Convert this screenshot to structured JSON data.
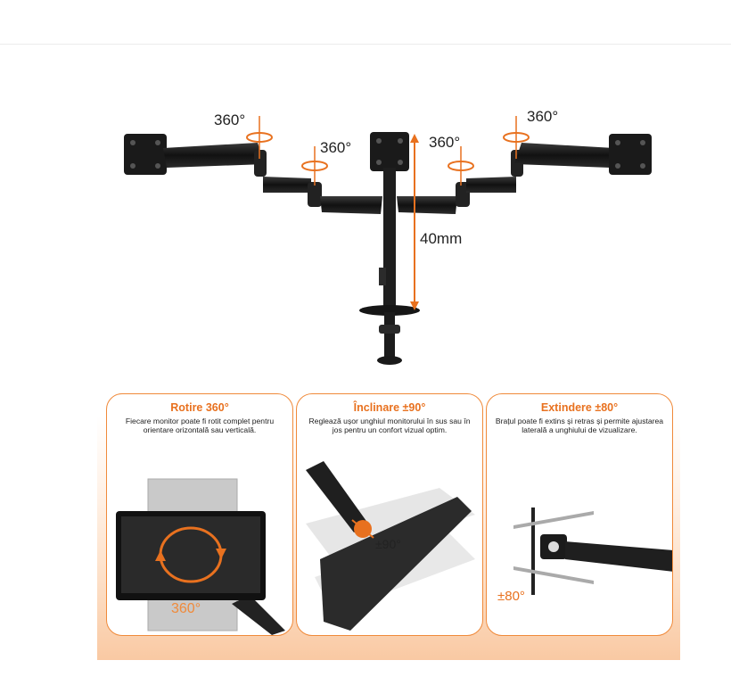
{
  "hero": {
    "rotation_labels": [
      "360°",
      "360°",
      "360°",
      "360°"
    ],
    "height_label": "40mm"
  },
  "panels": [
    {
      "title": "Rotire 360°",
      "text": "Fiecare monitor poate fi rotit complet pentru orientare orizontală sau verticală.",
      "badge": "360°"
    },
    {
      "title": "Înclinare ±90°",
      "text": "Reglează ușor unghiul monitorului în sus sau în jos pentru un confort vizual optim.",
      "badge": "±90°"
    },
    {
      "title": "Extindere ±80°",
      "text": "Brațul poate fi extins și retras și permite ajustarea laterală a unghiului de vizualizare.",
      "badge": "±80°"
    }
  ],
  "colors": {
    "accent": "#e8711f",
    "arm": "#1b1b1b",
    "panel_border": "#f08a3a"
  }
}
